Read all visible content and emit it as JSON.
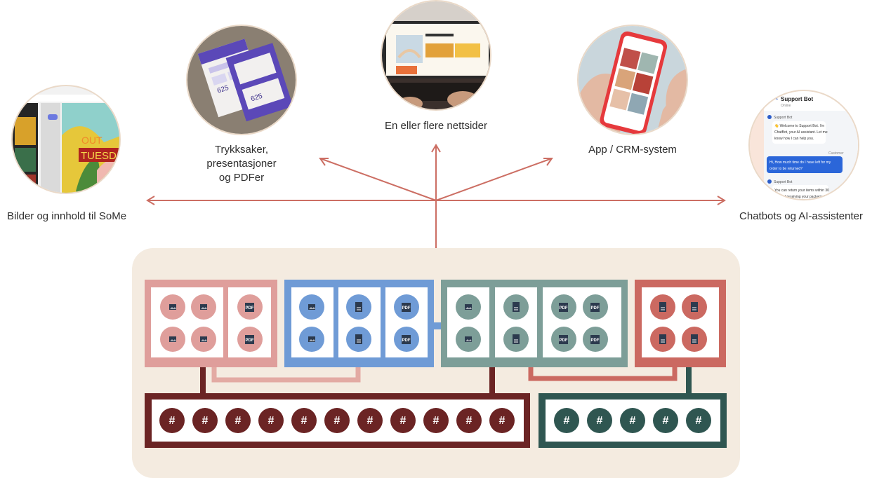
{
  "outputs": [
    {
      "id": "some",
      "label": "Bilder og innhold til SoMe",
      "photo_text_out": "OUT",
      "photo_text_tuesday": "TUESDAY"
    },
    {
      "id": "print",
      "label_lines": [
        "Trykksaker,",
        "presentasjoner",
        "og PDFer"
      ],
      "photo_text_625a": "625",
      "photo_text_625b": "625"
    },
    {
      "id": "web",
      "label": "En eller flere nettsider"
    },
    {
      "id": "app",
      "label": "App / CRM-system"
    },
    {
      "id": "chat",
      "label": "Chatbots og AI-assistenter",
      "chat_title": "Support Bot",
      "chat_status": "Online",
      "msg_sender": "Support Bot",
      "msg1_lines": [
        "👋 Welcome to Support Bot. I'm",
        "ChatBot, your AI assistant. Let me",
        "know how I can help you."
      ],
      "customer_label": "Customer",
      "msg2_lines": [
        "Hi, How much time do I have left for my",
        "order to be returned?"
      ],
      "msg3_lines": [
        "You can return your items within 30",
        "days of receiving your package fr"
      ]
    }
  ],
  "icons": {
    "hash": "#",
    "pdf": "PDF"
  },
  "colors": {
    "arrow": "#cc6e63",
    "panel_bg": "#f4ebe0",
    "pink": "#df9e9b",
    "blue": "#6f9bd6",
    "teal": "#7d9e98",
    "red": "#cb6961",
    "maroon": "#6b2424",
    "darkteal": "#2f5651",
    "icon_dark": "#2c3a4e"
  }
}
